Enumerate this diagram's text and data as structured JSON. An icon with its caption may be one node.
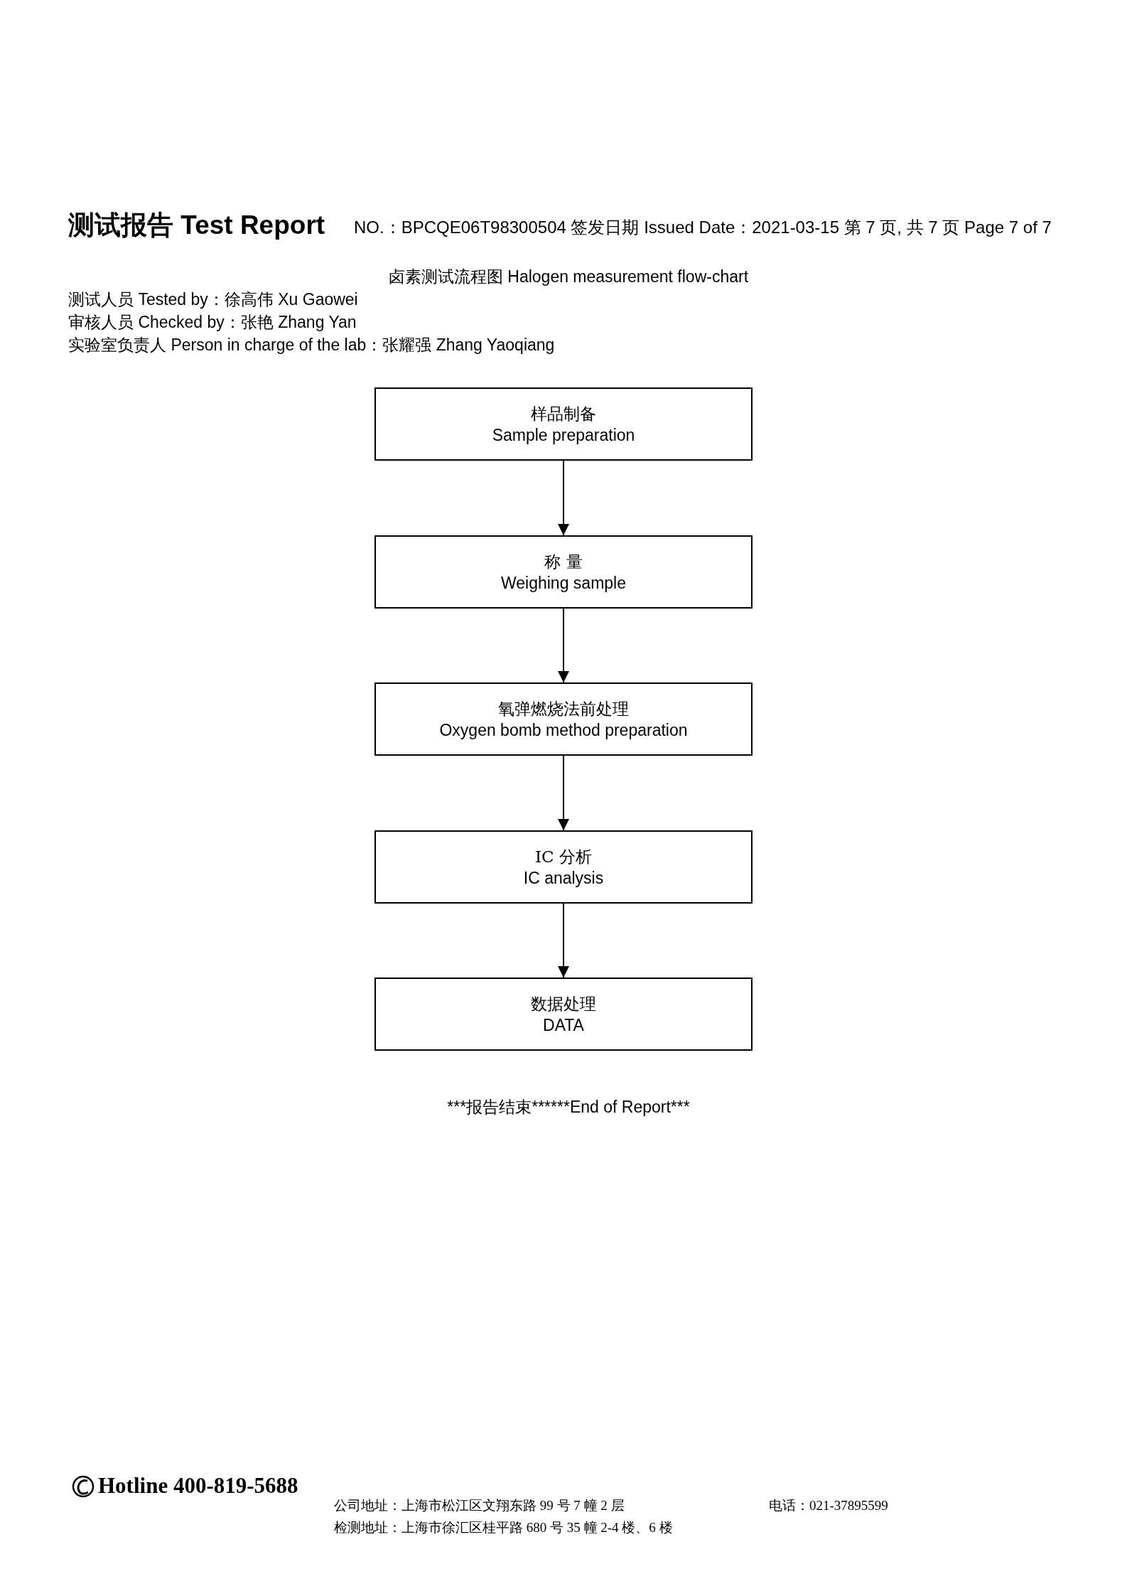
{
  "diagram": {
    "title": "卤素测试流程图 Halogen measurement flow-chart",
    "nodes": [
      {
        "text": [
          "样品制备",
          "Sample preparation"
        ]
      },
      {
        "text": [
          "称 量",
          "Weighing sample"
        ]
      },
      {
        "text": [
          "氧弹燃烧法前处理",
          "Oxygen bomb method preparation"
        ]
      },
      {
        "text": [
          "IC 分析",
          "IC analysis"
        ]
      },
      {
        "text": [
          "数据处理",
          "DATA"
        ]
      }
    ],
    "edges": [
      {
        "from": 0,
        "to": 1,
        "arrow": "to"
      },
      {
        "from": 1,
        "to": 2,
        "arrow": "to"
      },
      {
        "from": 2,
        "to": 3,
        "arrow": "to"
      },
      {
        "from": 3,
        "to": 4,
        "arrow": "to"
      }
    ],
    "labels": [
      "测试报告 Test Report",
      "NO.：BPCQE06T98300504 签发日期 Issued Date：2021-03-15 第 7 页, 共 7 页 Page 7 of 7",
      "测试人员 Tested by：徐高伟  Xu Gaowei",
      "审核人员 Checked by：张艳 Zhang Yan",
      "实验室负责人 Person in charge of the lab：张耀强  Zhang Yaoqiang",
      "***报告结束******End of Report***",
      "Hotline 400-819-5688",
      "公司地址：上海市松江区文翔东路 99 号 7 幢 2 层",
      "电话：021-37895599",
      "检测地址：上海市徐汇区桂平路 680 号 35 幢 2-4 楼、6 楼"
    ]
  }
}
